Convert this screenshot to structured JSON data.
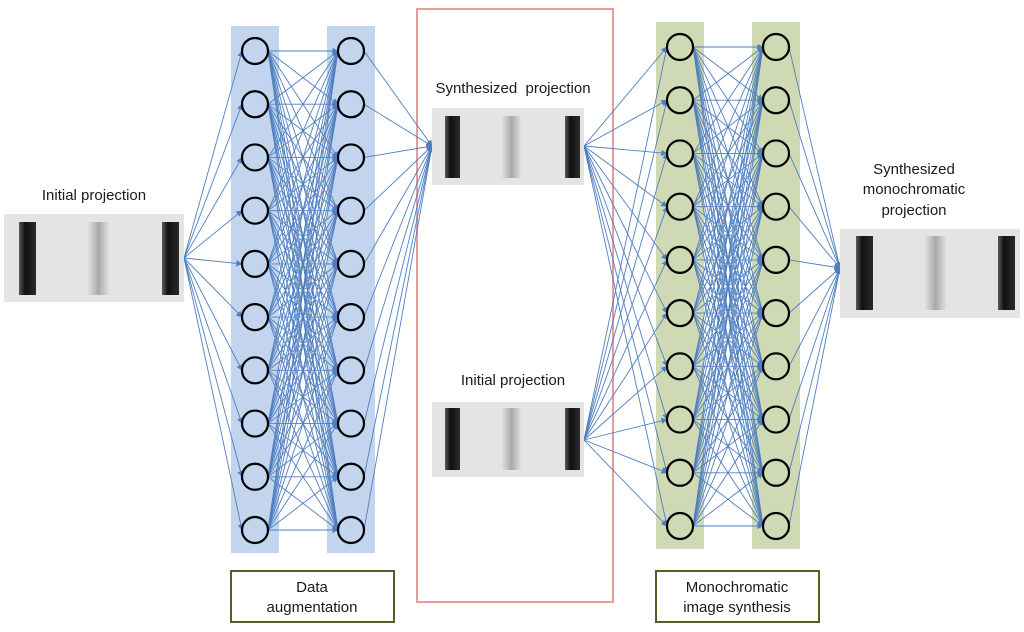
{
  "left_panel": {
    "label": "Initial projection"
  },
  "center_box": {
    "top_label": "Synthesized  projection",
    "bottom_label": "Initial projection"
  },
  "right_panel": {
    "label_lines": [
      "Synthesized",
      "monochromatic",
      "projection"
    ]
  },
  "stage_boxes": {
    "augmentation_lines": [
      "Data",
      "augmentation"
    ],
    "synthesis_lines": [
      "Monochromatic",
      "image synthesis"
    ]
  },
  "network": {
    "nodes_per_layer": 10,
    "augmentation_layer_count": 2,
    "synthesis_layer_count": 2
  },
  "colors": {
    "augmentation_band": "#c2d4ee",
    "synthesis_band": "#cfd9b4",
    "connection": "#4f7fbf",
    "node_stroke": "#000000",
    "center_frame": "#e99a9a",
    "stage_box_border": "#4e6228",
    "projection_bg": "#e4e4e4",
    "dark_bar": "#1c1c1c",
    "light_bar": "#b8b8b8"
  }
}
